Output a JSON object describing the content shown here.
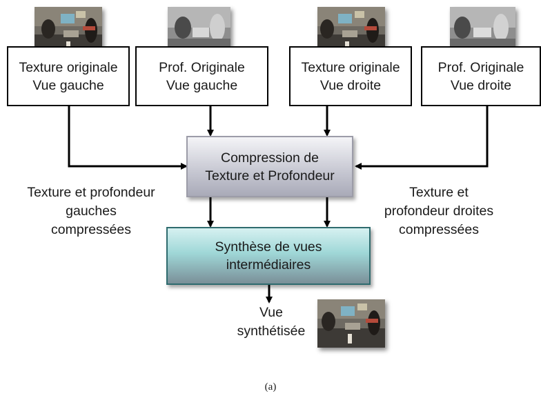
{
  "inputs": {
    "tex_left": {
      "line1": "Texture originale",
      "line2": "Vue gauche"
    },
    "depth_left": {
      "line1": "Prof. Originale",
      "line2": "Vue gauche"
    },
    "tex_right": {
      "line1": "Texture originale",
      "line2": "Vue droite"
    },
    "depth_right": {
      "line1": "Prof. Originale",
      "line2": "Vue droite"
    }
  },
  "compression": {
    "line1": "Compression de",
    "line2": "Texture  et Profondeur"
  },
  "synthesis": {
    "line1": "Synthèse de vues",
    "line2": "intermédiaires"
  },
  "left_label": {
    "line1": "Texture et profondeur",
    "line2": "gauches",
    "line3": "compressées"
  },
  "right_label": {
    "line1": "Texture et",
    "line2": "profondeur droites",
    "line3": "compressées"
  },
  "output": {
    "line1": "Vue",
    "line2": "synthétisée"
  },
  "caption": "(a)"
}
